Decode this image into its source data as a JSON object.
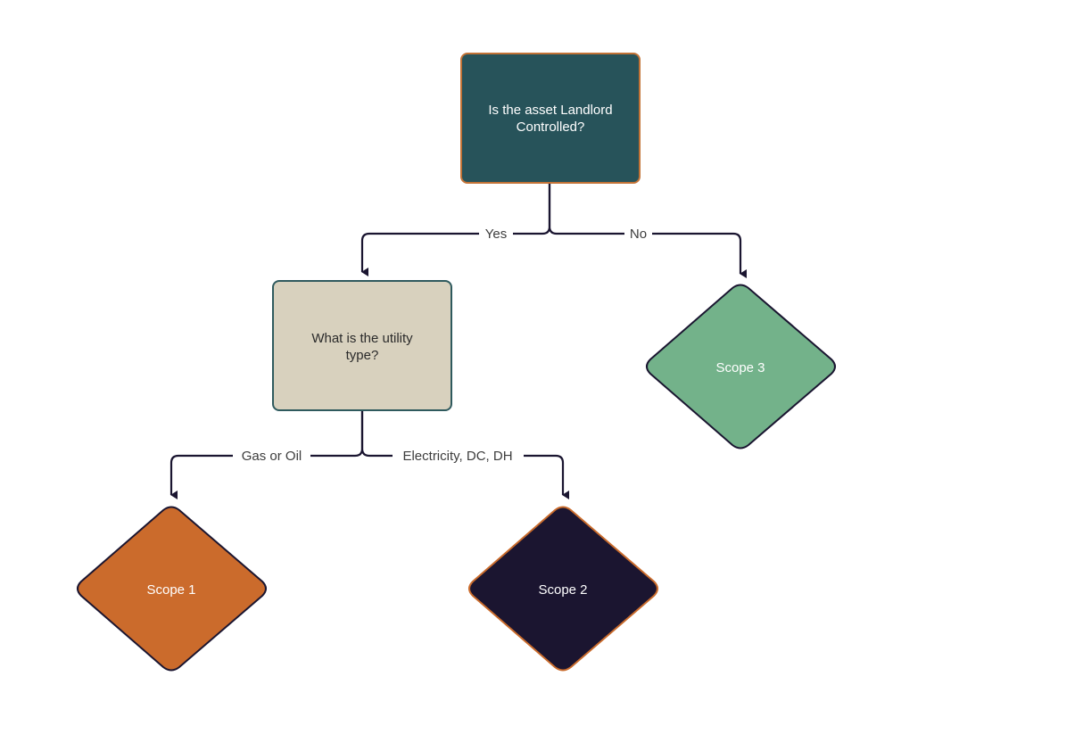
{
  "colors": {
    "connector": "#1a1530",
    "edge_label": "#3d3d3d",
    "question_fill": "#27535a",
    "question_border": "#c27236",
    "utility_fill": "#d8d1be",
    "utility_border": "#2f5a5e",
    "scope1_fill": "#cb6b2c",
    "scope2_fill": "#1b1530",
    "scope2_border": "#c96b2c",
    "scope3_fill": "#73b28a",
    "diamond_border": "#1a1530",
    "light_text": "#ffffff",
    "dark_text": "#2b2b2b"
  },
  "nodes": {
    "root": {
      "line1": "Is the asset Landlord",
      "line2": "Controlled?"
    },
    "utility": {
      "line1": "What is the utility",
      "line2": "type?"
    },
    "scope1": {
      "label": "Scope 1"
    },
    "scope2": {
      "label": "Scope 2"
    },
    "scope3": {
      "label": "Scope 3"
    }
  },
  "edges": {
    "yes": {
      "label": "Yes"
    },
    "no": {
      "label": "No"
    },
    "gas_oil": {
      "label": "Gas or Oil"
    },
    "electricity": {
      "label": "Electricity, DC, DH"
    }
  }
}
